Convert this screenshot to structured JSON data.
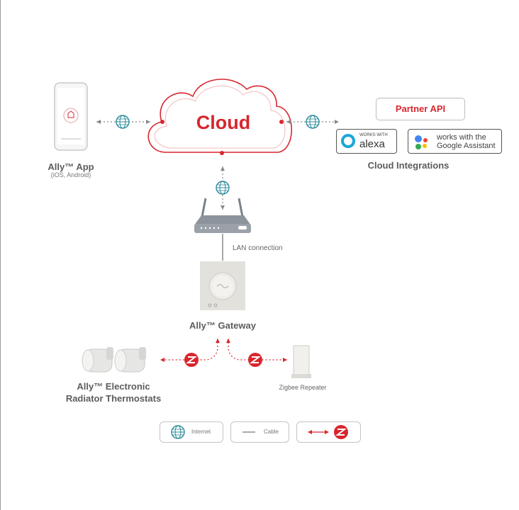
{
  "cloud": {
    "label": "Cloud"
  },
  "app": {
    "title": "Ally™ App",
    "subtitle": "(iOS, Android)"
  },
  "integrations": {
    "partner_api": "Partner API",
    "alexa_small": "WORKS WITH",
    "alexa_name": "alexa",
    "google_line1": "works with the",
    "google_line2": "Google Assistant",
    "title": "Cloud Integrations"
  },
  "network": {
    "lan_label": "LAN connection"
  },
  "gateway": {
    "title": "Ally™ Gateway"
  },
  "thermostats": {
    "title_line1": "Ally™ Electronic",
    "title_line2": "Radiator Thermostats"
  },
  "repeater": {
    "label": "Zigbee Repeater"
  },
  "legend": {
    "internet": "Internet",
    "cable": "Cable"
  },
  "colors": {
    "accent": "#d8262e",
    "internet": "#2b8a9a",
    "text": "#5c5c5c"
  },
  "icons": [
    "smartphone-icon",
    "globe-icon",
    "router-icon",
    "gateway-icon",
    "thermostat-icon",
    "zigbee-icon",
    "repeater-icon",
    "alexa-icon",
    "google-assistant-icon"
  ]
}
